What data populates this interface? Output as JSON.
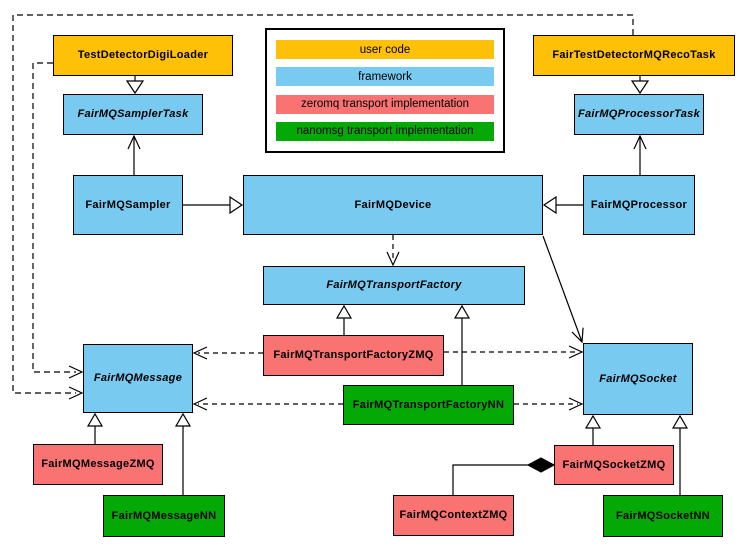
{
  "diagram": {
    "legend": {
      "items": [
        {
          "id": "user-code",
          "label": "user code",
          "color": "#FFC107"
        },
        {
          "id": "framework",
          "label": "framework",
          "color": "#79CAF1"
        },
        {
          "id": "zeromq",
          "label": "zeromq transport implementation",
          "color": "#F97373"
        },
        {
          "id": "nanomsg",
          "label": "nanomsg transport implementation",
          "color": "#05A905"
        }
      ]
    },
    "nodes": {
      "testDetectorDigiLoader": {
        "label": "TestDetectorDigiLoader",
        "category": "user code",
        "abstract": false
      },
      "fairTestDetectorMQRecoTask": {
        "label": "FairTestDetectorMQRecoTask",
        "category": "user code",
        "abstract": false
      },
      "fairMQSamplerTask": {
        "label": "FairMQSamplerTask",
        "category": "framework",
        "abstract": true
      },
      "fairMQProcessorTask": {
        "label": "FairMQProcessorTask",
        "category": "framework",
        "abstract": true
      },
      "fairMQSampler": {
        "label": "FairMQSampler",
        "category": "framework",
        "abstract": false
      },
      "fairMQDevice": {
        "label": "FairMQDevice",
        "category": "framework",
        "abstract": false
      },
      "fairMQProcessor": {
        "label": "FairMQProcessor",
        "category": "framework",
        "abstract": false
      },
      "fairMQTransportFactory": {
        "label": "FairMQTransportFactory",
        "category": "framework",
        "abstract": true
      },
      "fairMQTransportFactoryZMQ": {
        "label": "FairMQTransportFactoryZMQ",
        "category": "zeromq",
        "abstract": false
      },
      "fairMQTransportFactoryNN": {
        "label": "FairMQTransportFactoryNN",
        "category": "nanomsg",
        "abstract": false
      },
      "fairMQMessage": {
        "label": "FairMQMessage",
        "category": "framework",
        "abstract": true
      },
      "fairMQSocket": {
        "label": "FairMQSocket",
        "category": "framework",
        "abstract": true
      },
      "fairMQMessageZMQ": {
        "label": "FairMQMessageZMQ",
        "category": "zeromq",
        "abstract": false
      },
      "fairMQMessageNN": {
        "label": "FairMQMessageNN",
        "category": "nanomsg",
        "abstract": false
      },
      "fairMQContextZMQ": {
        "label": "FairMQContextZMQ",
        "category": "zeromq",
        "abstract": false
      },
      "fairMQSocketZMQ": {
        "label": "FairMQSocketZMQ",
        "category": "zeromq",
        "abstract": false
      },
      "fairMQSocketNN": {
        "label": "FairMQSocketNN",
        "category": "nanomsg",
        "abstract": false
      }
    },
    "edges": [
      {
        "from": "TestDetectorDigiLoader",
        "to": "FairMQSamplerTask",
        "style": "solid",
        "arrowhead": "hollow-triangle"
      },
      {
        "from": "FairTestDetectorMQRecoTask",
        "to": "FairMQProcessorTask",
        "style": "solid",
        "arrowhead": "hollow-triangle"
      },
      {
        "from": "FairMQSampler",
        "to": "FairMQSamplerTask",
        "style": "solid",
        "arrowhead": "open-vee"
      },
      {
        "from": "FairMQProcessor",
        "to": "FairMQProcessorTask",
        "style": "solid",
        "arrowhead": "open-vee"
      },
      {
        "from": "FairMQSampler",
        "to": "FairMQDevice",
        "style": "solid",
        "arrowhead": "hollow-triangle"
      },
      {
        "from": "FairMQProcessor",
        "to": "FairMQDevice",
        "style": "solid",
        "arrowhead": "hollow-triangle"
      },
      {
        "from": "FairMQDevice",
        "to": "FairMQTransportFactory",
        "style": "dashed",
        "arrowhead": "open-vee"
      },
      {
        "from": "FairMQDevice",
        "to": "FairMQSocket",
        "style": "solid",
        "arrowhead": "open-vee"
      },
      {
        "from": "FairMQTransportFactoryZMQ",
        "to": "FairMQTransportFactory",
        "style": "solid",
        "arrowhead": "hollow-triangle"
      },
      {
        "from": "FairMQTransportFactoryNN",
        "to": "FairMQTransportFactory",
        "style": "solid",
        "arrowhead": "hollow-triangle"
      },
      {
        "from": "FairMQTransportFactoryZMQ",
        "to": "FairMQMessage",
        "style": "dashed",
        "arrowhead": "open-vee"
      },
      {
        "from": "FairMQTransportFactoryNN",
        "to": "FairMQMessage",
        "style": "dashed",
        "arrowhead": "open-vee"
      },
      {
        "from": "FairMQTransportFactoryZMQ",
        "to": "FairMQSocket",
        "style": "dashed",
        "arrowhead": "open-vee"
      },
      {
        "from": "FairMQTransportFactoryNN",
        "to": "FairMQSocket",
        "style": "dashed",
        "arrowhead": "open-vee"
      },
      {
        "from": "FairMQMessageZMQ",
        "to": "FairMQMessage",
        "style": "solid",
        "arrowhead": "hollow-triangle"
      },
      {
        "from": "FairMQMessageNN",
        "to": "FairMQMessage",
        "style": "solid",
        "arrowhead": "hollow-triangle"
      },
      {
        "from": "FairMQSocketZMQ",
        "to": "FairMQSocket",
        "style": "solid",
        "arrowhead": "hollow-triangle"
      },
      {
        "from": "FairMQSocketNN",
        "to": "FairMQSocket",
        "style": "solid",
        "arrowhead": "hollow-triangle"
      },
      {
        "from": "FairMQContextZMQ",
        "to": "FairMQSocketZMQ",
        "style": "solid",
        "arrowhead": "filled-diamond"
      },
      {
        "from": "TestDetectorDigiLoader",
        "to": "FairMQMessage",
        "style": "dashed",
        "arrowhead": "open-vee"
      },
      {
        "from": "FairTestDetectorMQRecoTask",
        "to": "FairMQMessage",
        "style": "dashed",
        "arrowhead": "open-vee"
      }
    ]
  }
}
